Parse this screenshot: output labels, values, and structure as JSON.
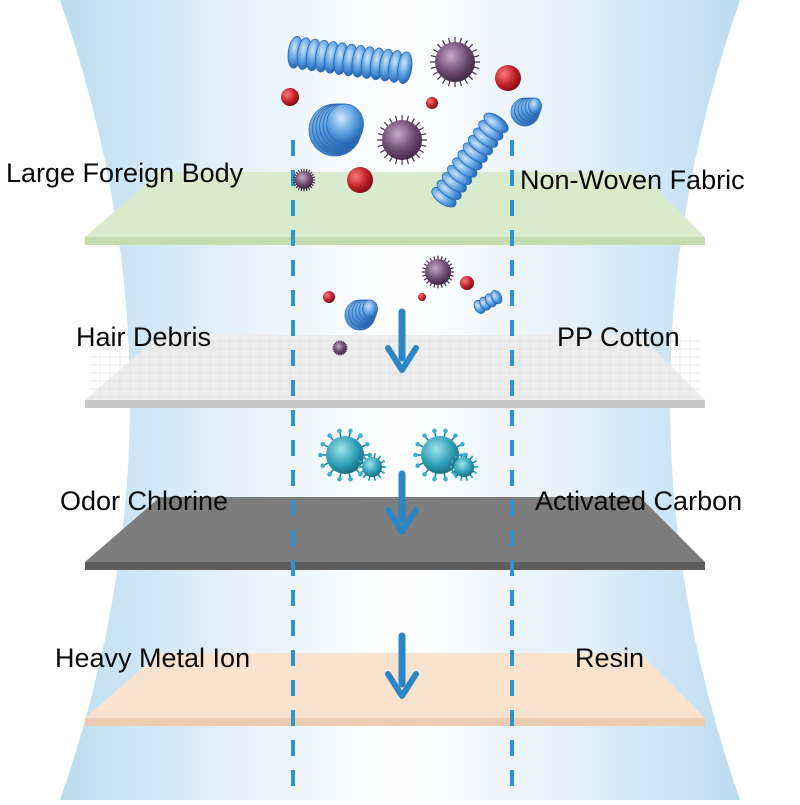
{
  "layers": [
    {
      "left_label": "Large Foreign Body",
      "right_label": "Non-Woven Fabric",
      "color": "#d9ebcd",
      "edge": "#c2dcae"
    },
    {
      "left_label": "Hair Debris",
      "right_label": "PP Cotton",
      "color": "#ececec",
      "edge": "#c8c8c8"
    },
    {
      "left_label": "Odor Chlorine",
      "right_label": "Activated Carbon",
      "color": "#7d7d7d",
      "edge": "#5e5e5e"
    },
    {
      "left_label": "Heavy Metal Ion",
      "right_label": "Resin",
      "color": "#f9e3cf",
      "edge": "#ecccb0"
    }
  ],
  "colors": {
    "water": "#cfe6f5",
    "dash": "#2f93cc",
    "arrow": "#2b86c5",
    "bacteria": "#4a8fd6",
    "virus": "#6b4a6e",
    "red_particle": "#c0202a",
    "coronavirus": "#2f9fb5"
  },
  "icons": [
    "bacteria-icon",
    "virus-icon",
    "red-particle-icon",
    "coronavirus-icon",
    "down-arrow-icon"
  ]
}
